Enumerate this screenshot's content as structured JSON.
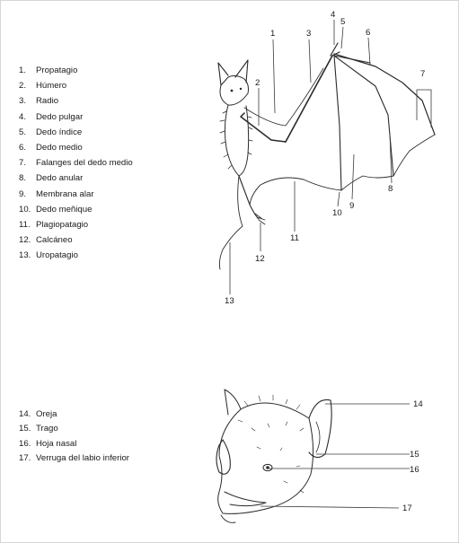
{
  "wing_legend": [
    {
      "num": "1.",
      "text": "Propatagio"
    },
    {
      "num": "2.",
      "text": "Húmero"
    },
    {
      "num": "3.",
      "text": "Radio"
    },
    {
      "num": "4.",
      "text": "Dedo pulgar"
    },
    {
      "num": "5.",
      "text": "Dedo índice"
    },
    {
      "num": "6.",
      "text": "Dedo medio"
    },
    {
      "num": "7.",
      "text": "Falanges del dedo medio"
    },
    {
      "num": "8.",
      "text": "Dedo anular"
    },
    {
      "num": "9.",
      "text": "Membrana alar"
    },
    {
      "num": "10.",
      "text": "Dedo meñique"
    },
    {
      "num": "11.",
      "text": "Plagiopatagio"
    },
    {
      "num": "12.",
      "text": "Calcáneo"
    },
    {
      "num": "13.",
      "text": "Uropatagio"
    }
  ],
  "head_legend": [
    {
      "num": "14.",
      "text": "Oreja"
    },
    {
      "num": "15.",
      "text": "Trago"
    },
    {
      "num": "16.",
      "text": "Hoja nasal"
    },
    {
      "num": "17.",
      "text": "Verruga del labio inferior"
    }
  ],
  "callouts": {
    "c1": "1",
    "c2": "2",
    "c3": "3",
    "c4": "4",
    "c5": "5",
    "c6": "6",
    "c7": "7",
    "c8": "8",
    "c9": "9",
    "c10": "10",
    "c11": "11",
    "c12": "12",
    "c13": "13",
    "c14": "14",
    "c15": "15",
    "c16": "16",
    "c17": "17"
  }
}
